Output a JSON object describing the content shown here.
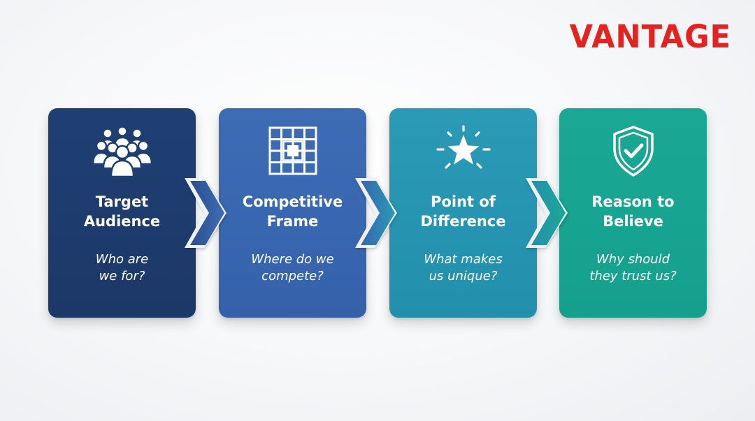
{
  "brand": {
    "name": "VANTAGE",
    "color": "#e42320"
  },
  "steps": [
    {
      "icon": "people-group-icon",
      "title_lines": [
        "Target",
        "Audience"
      ],
      "question_lines": [
        "Who are",
        "we for?"
      ],
      "colors": [
        "#1f3f73",
        "#1c3868"
      ]
    },
    {
      "icon": "grid-frame-icon",
      "title_lines": [
        "Competitive",
        "Frame"
      ],
      "question_lines": [
        "Where do we",
        "compete?"
      ],
      "colors": [
        "#3d6cb5",
        "#3561ab"
      ]
    },
    {
      "icon": "star-burst-icon",
      "title_lines": [
        "Point of",
        "Difference"
      ],
      "question_lines": [
        "What makes",
        "us unique?"
      ],
      "colors": [
        "#2b9ab6",
        "#2290ad"
      ]
    },
    {
      "icon": "shield-check-icon",
      "title_lines": [
        "Reason to",
        "Believe"
      ],
      "question_lines": [
        "Why should",
        "they trust us?"
      ],
      "colors": [
        "#1aa894",
        "#14a08c"
      ]
    }
  ]
}
